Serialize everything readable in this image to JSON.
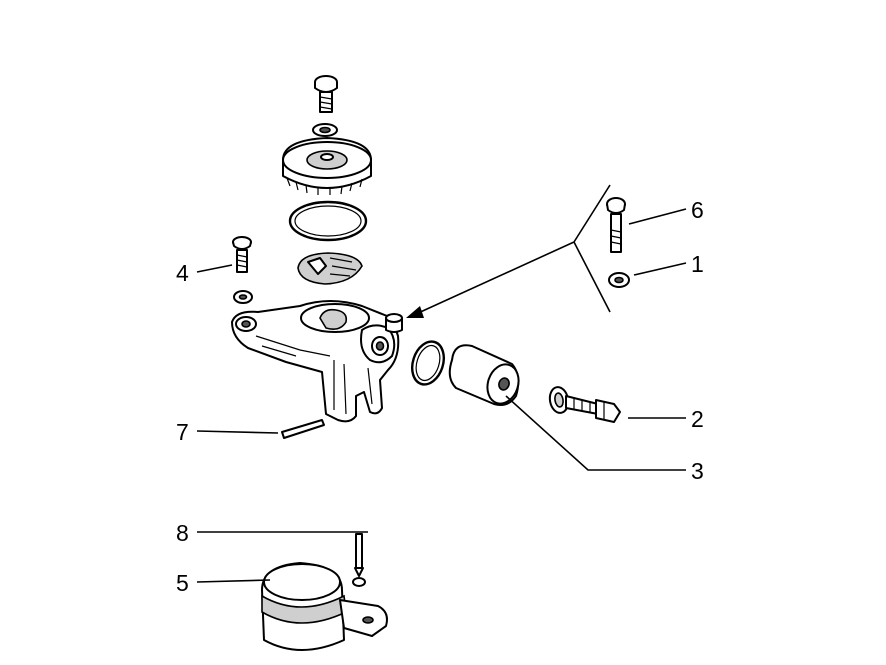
{
  "callouts": {
    "c1": "1",
    "c2": "2",
    "c3": "3",
    "c4": "4",
    "c5": "5",
    "c6": "6",
    "c7": "7",
    "c8": "8"
  },
  "colors": {
    "line": "#000000",
    "background": "#ffffff"
  }
}
